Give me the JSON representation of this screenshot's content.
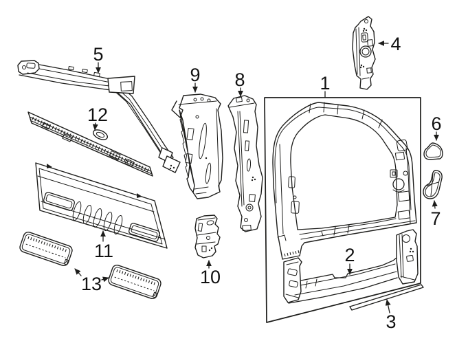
{
  "diagram": {
    "kind": "auto-body-parts-line-diagram",
    "background_color": "#ffffff",
    "line_color": "#1d1d1b",
    "label_color": "#111111",
    "callouts": [
      {
        "label": "1"
      },
      {
        "label": "2"
      },
      {
        "label": "3"
      },
      {
        "label": "4"
      },
      {
        "label": "5"
      },
      {
        "label": "6"
      },
      {
        "label": "7"
      },
      {
        "label": "8"
      },
      {
        "label": "9"
      },
      {
        "label": "10"
      },
      {
        "label": "11"
      },
      {
        "label": "12"
      },
      {
        "label": "13"
      }
    ]
  }
}
